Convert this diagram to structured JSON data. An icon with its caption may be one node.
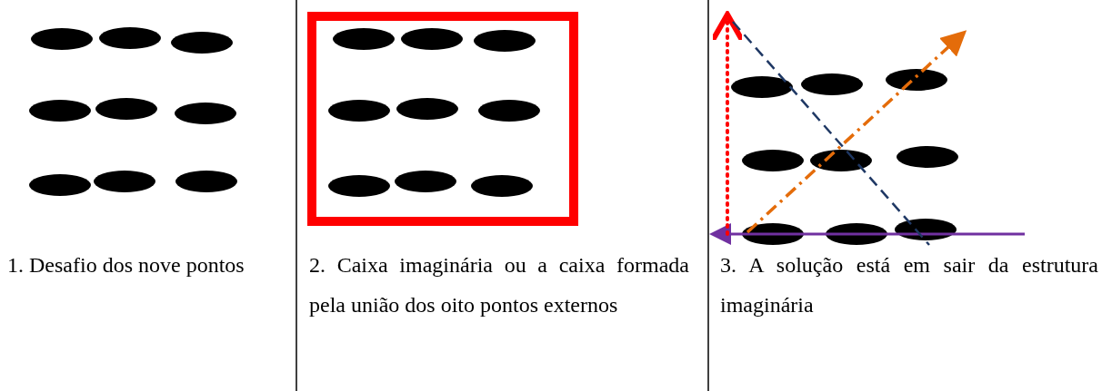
{
  "diagram": {
    "labels": [
      "1. Desafio dos nove pontos",
      "2. Caixa imaginária ou a caixa formada pela união dos oito pontos externos",
      "3. A solução está em sair da estrutura imaginária"
    ]
  }
}
